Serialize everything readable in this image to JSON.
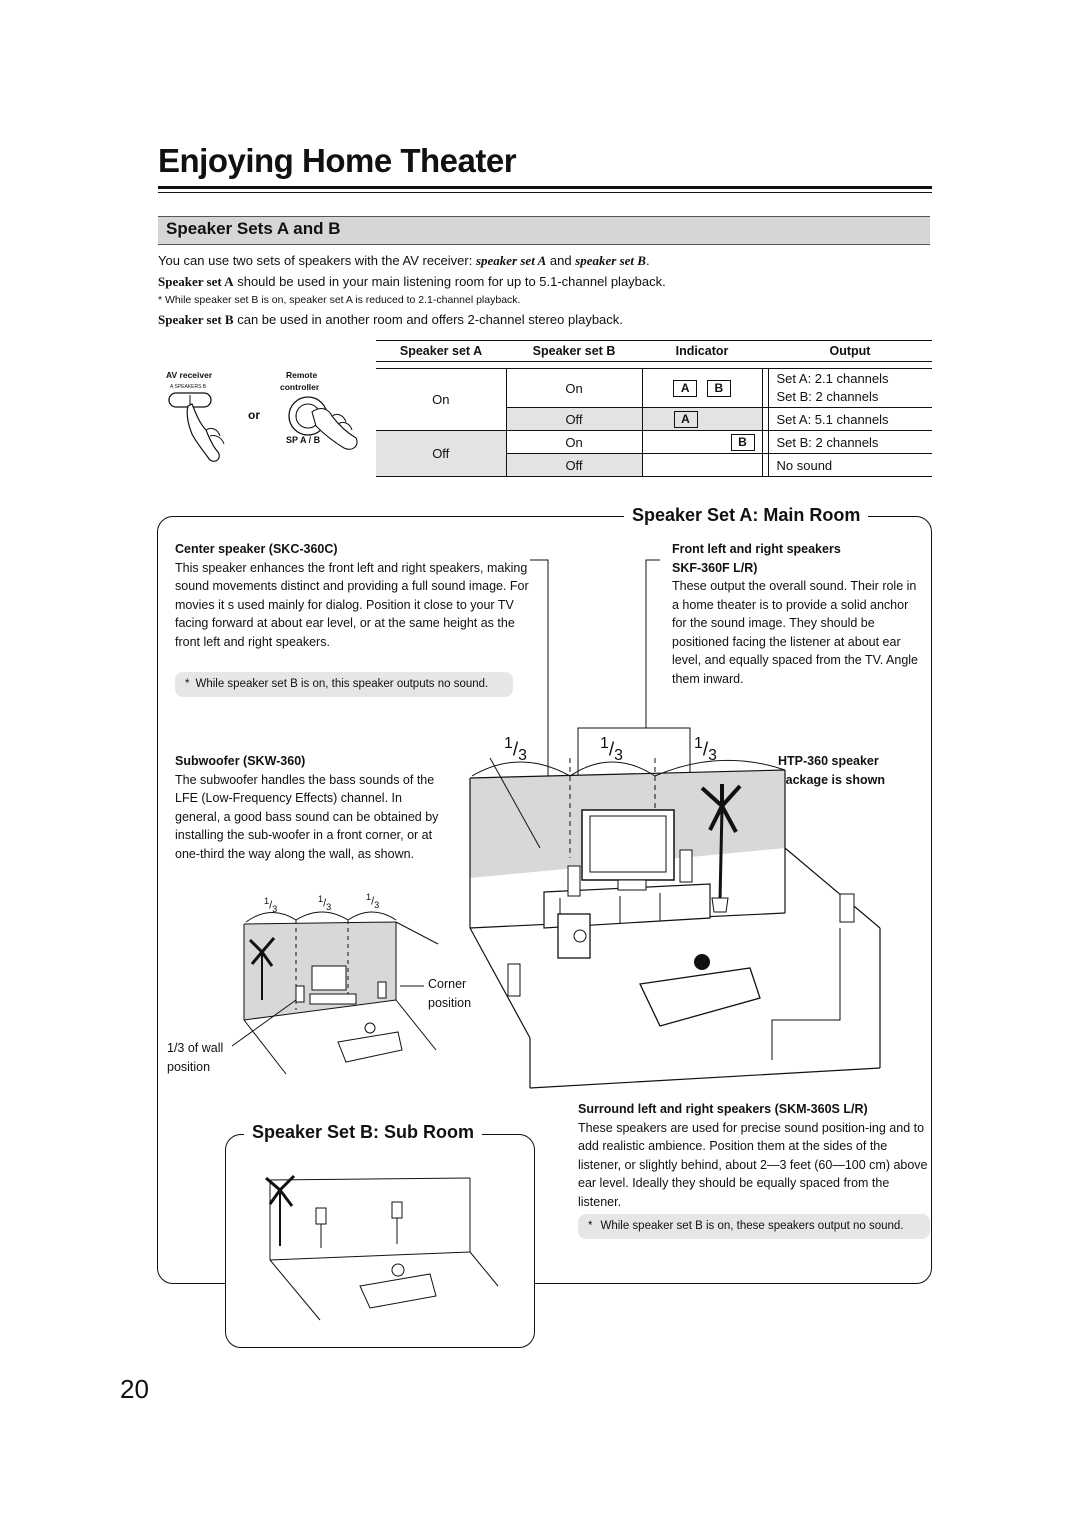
{
  "page": {
    "title": "Enjoying Home Theater",
    "section_title": "Speaker Sets A and B",
    "intro_line1_plain": "You can use two sets of speakers with the AV receiver: ",
    "intro_line1_a": "speaker set A",
    "intro_line1_and": " and ",
    "intro_line1_b": "speaker set B",
    "intro_line1_end": ".",
    "setA_bold": "Speaker set A",
    "setA_text": " should be used in your main listening room for up to 5.1-channel playback.",
    "footnote1": "* While speaker set B is on, speaker set A is reduced to 2.1-channel playback.",
    "setB_bold": "Speaker set B",
    "setB_text": " can be used in another room and offers 2-channel stereo playback.",
    "page_number": "20"
  },
  "controls": {
    "av_receiver": "AV receiver",
    "speakers_label": "A   SPEAKERS   B",
    "remote_line1": "Remote",
    "remote_line2": "controller",
    "or": "or",
    "sp_ab": "SP A / B"
  },
  "table": {
    "headers": [
      "Speaker set A",
      "Speaker set B",
      "Indicator",
      "Output"
    ],
    "a_on": "On",
    "a_off": "Off",
    "rows": [
      {
        "b": "On",
        "ind_a": "A",
        "ind_b": "B",
        "out1": "Set A: 2.1 channels",
        "out2": "Set B: 2 channels"
      },
      {
        "b": "Off",
        "ind_a": "A",
        "ind_b": "",
        "out1": "Set A: 5.1 channels",
        "out2": ""
      },
      {
        "b": "On",
        "ind_a": "",
        "ind_b": "B",
        "out1": "Set B: 2 channels",
        "out2": ""
      },
      {
        "b": "Off",
        "ind_a": "",
        "ind_b": "",
        "out1": "No sound",
        "out2": ""
      }
    ]
  },
  "main_room": {
    "heading": "Speaker Set A: Main Room",
    "center_title": "Center speaker (SKC-360C)",
    "center_text": "This speaker enhances the front left and right speakers, making sound movements distinct and providing a full sound image. For movies it s used mainly for dialog. Position it close to your TV facing forward at about ear level, or at the same height as the front left and right speakers.",
    "center_note": "While speaker set B is on, this speaker outputs no sound.",
    "front_title1": "Front left and right speakers",
    "front_title2": "SKF-360F L/R)",
    "front_text": "These output the overall sound. Their role in a home theater is to provide a solid anchor for the sound image. They should be positioned facing the listener at about ear level, and equally spaced from the TV. Angle them inward.",
    "sub_title": "Subwoofer (SKW-360)",
    "sub_text": "The subwoofer handles the bass sounds of the LFE (Low-Frequency Effects) channel. In general, a good bass sound can be obtained by installing the sub-woofer in a front corner, or at one-third the way along the wall, as shown.",
    "htp1": "HTP-360 speaker",
    "htp2": "package is shown",
    "third_num": "1",
    "third_den": "3",
    "corner1": "Corner",
    "corner2": "position",
    "wall1": "1/3 of wall",
    "wall2": "position",
    "surround_title": "Surround left and right speakers (SKM-360S L/R)",
    "surround_text": "These speakers are used for precise sound position-ing and to add realistic ambience. Position them at the sides of the listener, or slightly behind, about 2—3 feet (60—100 cm) above ear level. Ideally they should be equally spaced from the listener.",
    "surround_note": "While speaker set B is on, these speakers output no sound."
  },
  "sub_room": {
    "heading": "Speaker Set B: Sub Room"
  }
}
